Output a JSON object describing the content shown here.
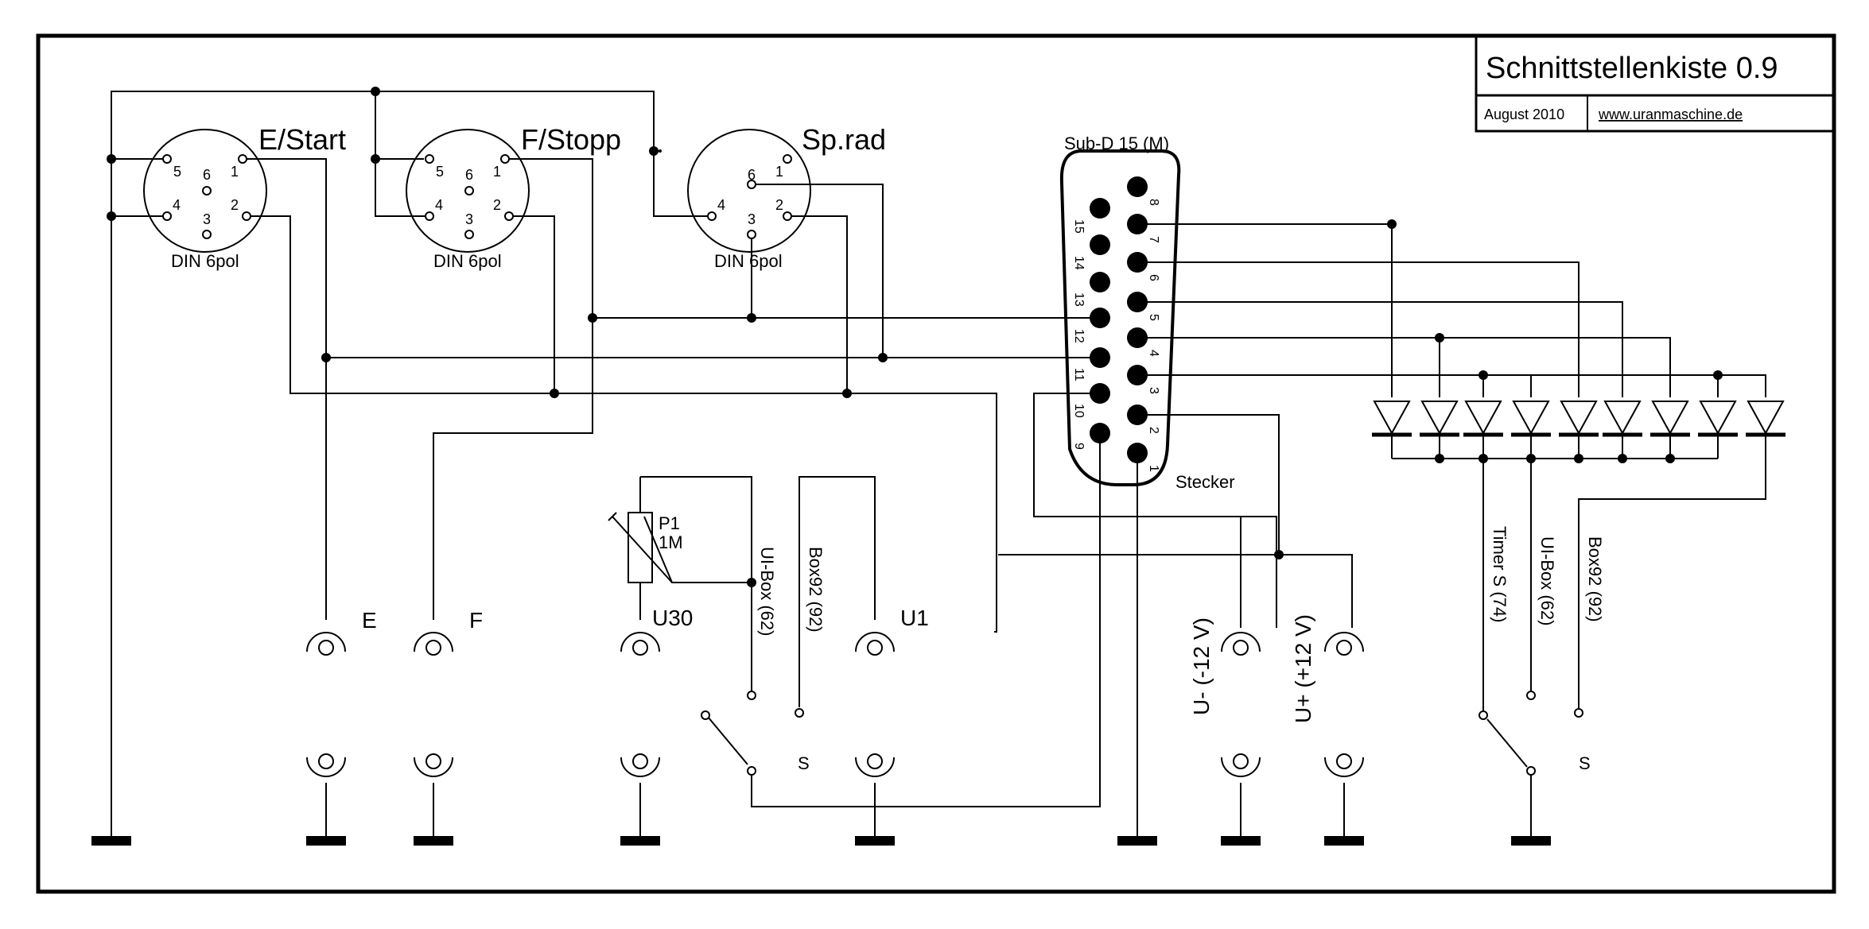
{
  "title_block": {
    "title": "Schnittstellenkiste 0.9",
    "date": "August 2010",
    "url": "www.uranmaschine.de"
  },
  "din_connectors": [
    {
      "label": "E/Start",
      "type": "DIN 6pol"
    },
    {
      "label": "F/Stopp",
      "type": "DIN 6pol"
    },
    {
      "label": "Sp.rad",
      "type": "DIN 6pol"
    }
  ],
  "din_pins": [
    "1",
    "2",
    "3",
    "4",
    "5",
    "6"
  ],
  "subd": {
    "label": "Sub-D 15 (M)",
    "subtitle": "Stecker",
    "pins": [
      "1",
      "2",
      "3",
      "4",
      "5",
      "6",
      "7",
      "8",
      "9",
      "10",
      "11",
      "12",
      "13",
      "14",
      "15"
    ]
  },
  "potentiometer": {
    "name": "P1",
    "value": "1M"
  },
  "sockets": {
    "e": "E",
    "f": "F",
    "u30": "U30",
    "u1": "U1",
    "u_minus": "U- (-12 V)",
    "u_plus": "U+ (+12 V)"
  },
  "switch_labels": {
    "ui_box": "UI-Box (62)",
    "box92": "Box92 (92)",
    "timer": "Timer S (74)",
    "ui_box2": "UI-Box (62)",
    "box92_2": "Box92 (92)",
    "s1": "S",
    "s2": "S"
  }
}
